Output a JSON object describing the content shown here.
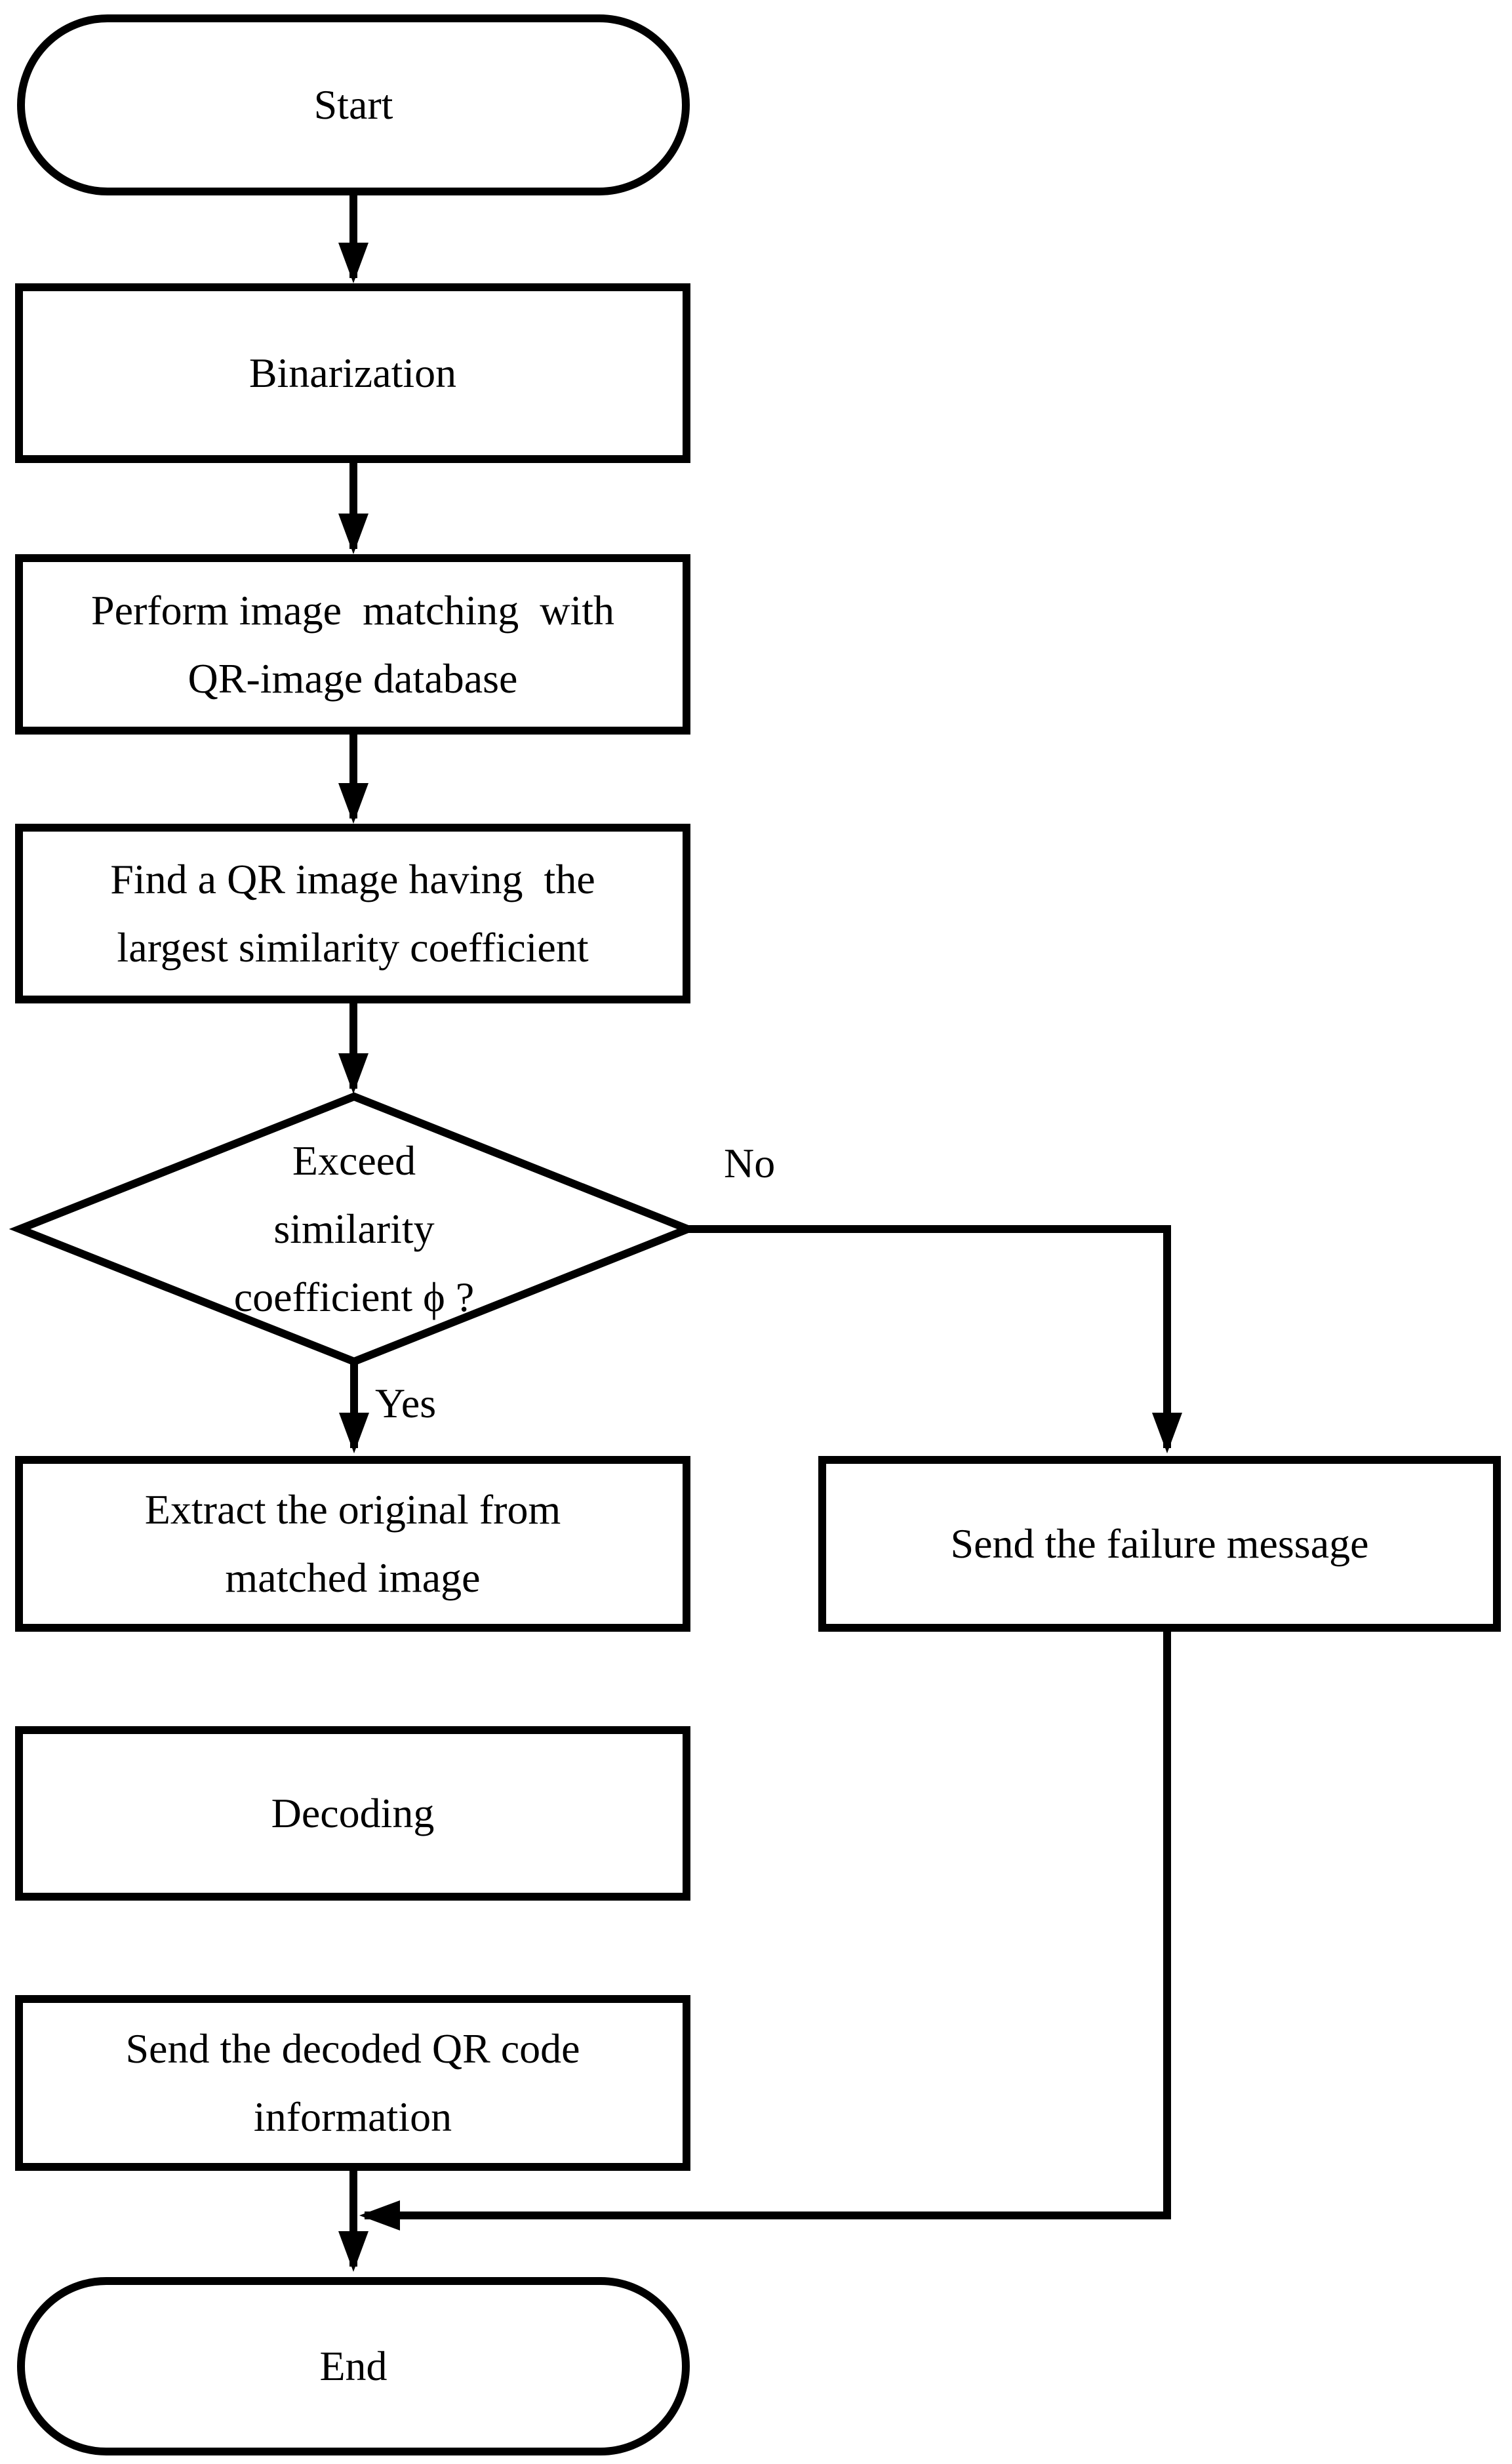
{
  "figure": {
    "type": "flowchart",
    "colors": {
      "background": "#ffffff",
      "stroke": "#000000",
      "text": "#000000"
    }
  },
  "nodes": {
    "start": {
      "type": "terminator",
      "label": "Start"
    },
    "binarization": {
      "type": "process",
      "lines": [
        "Binarization"
      ]
    },
    "perform_matching": {
      "type": "process",
      "lines": [
        "Perform image  matching  with",
        "QR-image database"
      ]
    },
    "find_qr": {
      "type": "process",
      "lines": [
        "Find a QR image having  the",
        "largest similarity coefficient"
      ]
    },
    "decision": {
      "type": "decision",
      "lines": [
        "Exceed",
        "similarity",
        "coefficient ϕ ?"
      ]
    },
    "extract": {
      "type": "process",
      "lines": [
        "Extract the original from",
        "matched image"
      ]
    },
    "send_failure": {
      "type": "process",
      "lines": [
        "Send the failure message"
      ]
    },
    "decoding": {
      "type": "process",
      "lines": [
        "Decoding"
      ]
    },
    "send_decoded": {
      "type": "process",
      "lines": [
        "Send the decoded QR code",
        "information"
      ]
    },
    "end": {
      "type": "terminator",
      "label": "End"
    }
  },
  "edges": {
    "yes_label": "Yes",
    "no_label": "No"
  }
}
